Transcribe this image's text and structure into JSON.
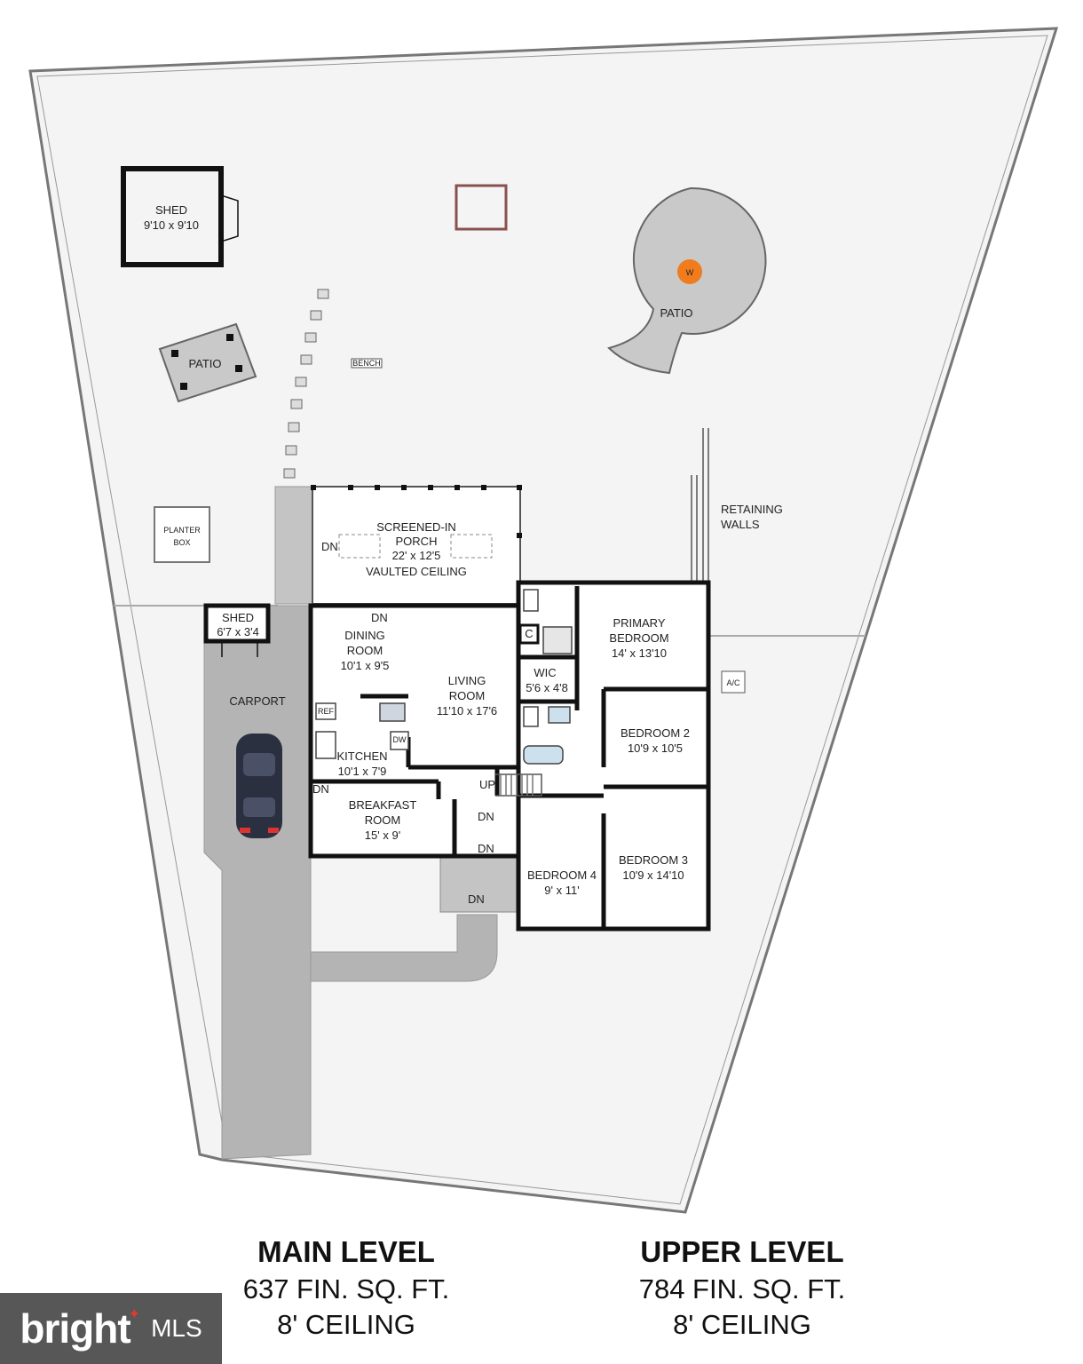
{
  "rooms": {
    "shed_large": {
      "name": "SHED",
      "dims": "9'10 x 9'10"
    },
    "shed_small": {
      "name": "SHED",
      "dims": "6'7 x 3'4"
    },
    "patio_square": {
      "name": "PATIO"
    },
    "patio_round": {
      "name": "PATIO",
      "fire_icon": "W"
    },
    "bench": {
      "name": "BENCH"
    },
    "planter": {
      "line1": "PLANTER",
      "line2": "BOX"
    },
    "porch": {
      "line1": "SCREENED-IN",
      "line2": "PORCH",
      "dims": "22' x 12'5",
      "note": "VAULTED CEILING"
    },
    "retaining": {
      "line1": "RETAINING",
      "line2": "WALLS"
    },
    "carport": {
      "name": "CARPORT"
    },
    "dining": {
      "line1": "DINING",
      "line2": "ROOM",
      "dims": "10'1 x 9'5"
    },
    "living": {
      "line1": "LIVING",
      "line2": "ROOM",
      "dims": "11'10 x 17'6"
    },
    "kitchen": {
      "name": "KITCHEN",
      "dims": "10'1 x 7'9"
    },
    "breakfast": {
      "line1": "BREAKFAST",
      "line2": "ROOM",
      "dims": "15' x 9'"
    },
    "primary": {
      "line1": "PRIMARY",
      "line2": "BEDROOM",
      "dims": "14' x 13'10"
    },
    "wic": {
      "name": "WIC",
      "dims": "5'6 x 4'8"
    },
    "bedroom2": {
      "name": "BEDROOM 2",
      "dims": "10'9 x 10'5"
    },
    "bedroom3": {
      "name": "BEDROOM 3",
      "dims": "10'9 x 14'10"
    },
    "bedroom4": {
      "name": "BEDROOM 4",
      "dims": "9' x 11'"
    },
    "ac": {
      "name": "A/C"
    },
    "ref": {
      "name": "REF"
    },
    "dw": {
      "name": "DW"
    },
    "closet": {
      "name": "C"
    }
  },
  "stair_labels": {
    "dn": "DN",
    "up": "UP"
  },
  "summary": {
    "main": {
      "title": "MAIN LEVEL",
      "area": "637 FIN. SQ. FT.",
      "ceiling": "8' CEILING"
    },
    "upper": {
      "title": "UPPER LEVEL",
      "area": "784 FIN. SQ. FT.",
      "ceiling": "8' CEILING"
    }
  },
  "logo": {
    "brand": "bright",
    "suffix": "MLS"
  },
  "colors": {
    "wall": "#111111",
    "driveway": "#b4b4b4",
    "stone": "#c9c9c9",
    "fire": "#f07c1e",
    "car": "#2b3040",
    "lot_fill": "#f4f4f4"
  }
}
